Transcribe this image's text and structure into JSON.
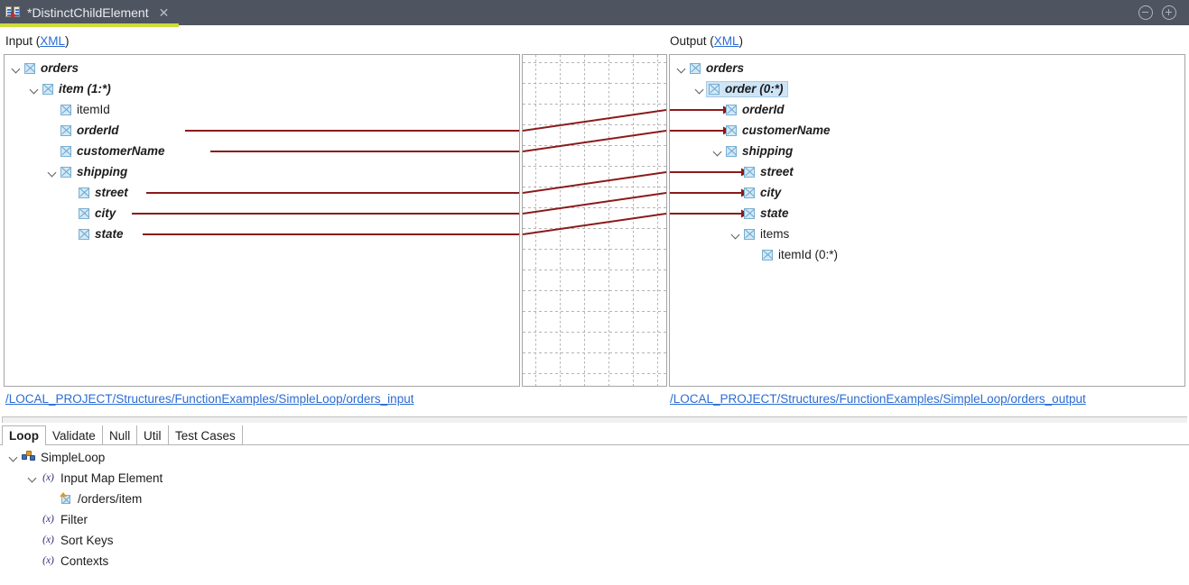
{
  "titlebar": {
    "tab_label": "*DistinctChildElement",
    "close_label": "✕",
    "icon": "mapping-icon",
    "minimize_icon": "minimize-icon",
    "maximize_icon": "maximize-icon",
    "tab_accent_color": "#cddc39",
    "background_color": "#4e5460"
  },
  "input_panel": {
    "header_prefix": "Input (",
    "header_link": "XML",
    "header_suffix": ")",
    "path": "/LOCAL_PROJECT/Structures/FunctionExamples/SimpleLoop/orders_input",
    "tree": [
      {
        "label": "orders",
        "depth": 0,
        "expanded": true,
        "style": "bold-italic",
        "connected": false
      },
      {
        "label": "item (1:*)",
        "depth": 1,
        "expanded": true,
        "style": "bold-italic",
        "connected": false
      },
      {
        "label": "itemId",
        "depth": 2,
        "expanded": null,
        "style": "plain",
        "connected": false
      },
      {
        "label": "orderId",
        "depth": 2,
        "expanded": null,
        "style": "bold-italic",
        "connected": true
      },
      {
        "label": "customerName",
        "depth": 2,
        "expanded": null,
        "style": "bold-italic",
        "connected": true
      },
      {
        "label": "shipping",
        "depth": 2,
        "expanded": true,
        "style": "bold-italic",
        "connected": false
      },
      {
        "label": "street",
        "depth": 3,
        "expanded": null,
        "style": "bold-italic",
        "connected": true
      },
      {
        "label": "city",
        "depth": 3,
        "expanded": null,
        "style": "bold-italic",
        "connected": true
      },
      {
        "label": "state",
        "depth": 3,
        "expanded": null,
        "style": "bold-italic",
        "connected": true
      }
    ]
  },
  "output_panel": {
    "header_prefix": "Output (",
    "header_link": "XML",
    "header_suffix": ")",
    "path": "/LOCAL_PROJECT/Structures/FunctionExamples/SimpleLoop/orders_output",
    "tree": [
      {
        "label": "orders",
        "depth": 0,
        "expanded": true,
        "style": "bold-italic",
        "selected": false,
        "arrow": false
      },
      {
        "label": "order (0:*)",
        "depth": 1,
        "expanded": true,
        "style": "bold-italic",
        "selected": true,
        "arrow": false
      },
      {
        "label": "orderId",
        "depth": 2,
        "expanded": null,
        "style": "bold-italic",
        "selected": false,
        "arrow": true
      },
      {
        "label": "customerName",
        "depth": 2,
        "expanded": null,
        "style": "bold-italic",
        "selected": false,
        "arrow": true
      },
      {
        "label": "shipping",
        "depth": 2,
        "expanded": true,
        "style": "bold-italic",
        "selected": false,
        "arrow": false
      },
      {
        "label": "street",
        "depth": 3,
        "expanded": null,
        "style": "bold-italic",
        "selected": false,
        "arrow": true
      },
      {
        "label": "city",
        "depth": 3,
        "expanded": null,
        "style": "bold-italic",
        "selected": false,
        "arrow": true
      },
      {
        "label": "state",
        "depth": 3,
        "expanded": null,
        "style": "bold-italic",
        "selected": false,
        "arrow": true
      },
      {
        "label": "items",
        "depth": 3,
        "expanded": true,
        "style": "plain",
        "selected": false,
        "arrow": false
      },
      {
        "label": "itemId (0:*)",
        "depth": 4,
        "expanded": null,
        "style": "plain",
        "selected": false,
        "arrow": false
      }
    ]
  },
  "mapping": {
    "line_color": "#8b1a1a",
    "grid_color": "#b4b4b4",
    "links": [
      {
        "from": "orderId",
        "to": "orderId"
      },
      {
        "from": "customerName",
        "to": "customerName"
      },
      {
        "from": "street",
        "to": "street"
      },
      {
        "from": "city",
        "to": "city"
      },
      {
        "from": "state",
        "to": "state"
      }
    ]
  },
  "bottom": {
    "tabs": [
      {
        "label": "Loop",
        "active": true
      },
      {
        "label": "Validate",
        "active": false
      },
      {
        "label": "Null",
        "active": false
      },
      {
        "label": "Util",
        "active": false
      },
      {
        "label": "Test Cases",
        "active": false
      }
    ],
    "tree": [
      {
        "label": "SimpleLoop",
        "depth": 0,
        "expanded": true,
        "icon": "loop-icon"
      },
      {
        "label": "Input Map Element",
        "depth": 1,
        "expanded": true,
        "icon": "function-icon"
      },
      {
        "label": "/orders/item",
        "depth": 2,
        "expanded": null,
        "icon": "element-icon"
      },
      {
        "label": "Filter",
        "depth": 1,
        "expanded": null,
        "icon": "function-icon"
      },
      {
        "label": "Sort Keys",
        "depth": 1,
        "expanded": null,
        "icon": "function-icon"
      },
      {
        "label": "Contexts",
        "depth": 1,
        "expanded": null,
        "icon": "function-icon"
      }
    ]
  }
}
